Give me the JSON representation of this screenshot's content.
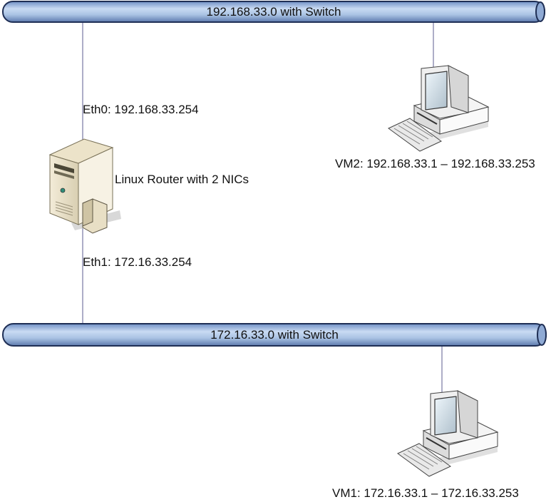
{
  "networks": {
    "top": {
      "label": "192.168.33.0 with Switch"
    },
    "bottom": {
      "label": "172.16.33.0 with Switch"
    }
  },
  "router": {
    "label": "Linux Router with 2 NICs",
    "eth0": "Eth0: 192.168.33.254",
    "eth1": "Eth1: 172.16.33.254",
    "icon": "server-tower-icon"
  },
  "vm2": {
    "label": "VM2: 192.168.33.1 – 192.168.33.253",
    "icon": "computer-icon"
  },
  "vm1": {
    "label": "VM1: 172.16.33.1 – 172.16.33.253",
    "icon": "computer-icon"
  },
  "colors": {
    "bus_fill": "#a9c2e3",
    "bus_stroke": "#1f2f55",
    "link": "#5b5b8f"
  }
}
